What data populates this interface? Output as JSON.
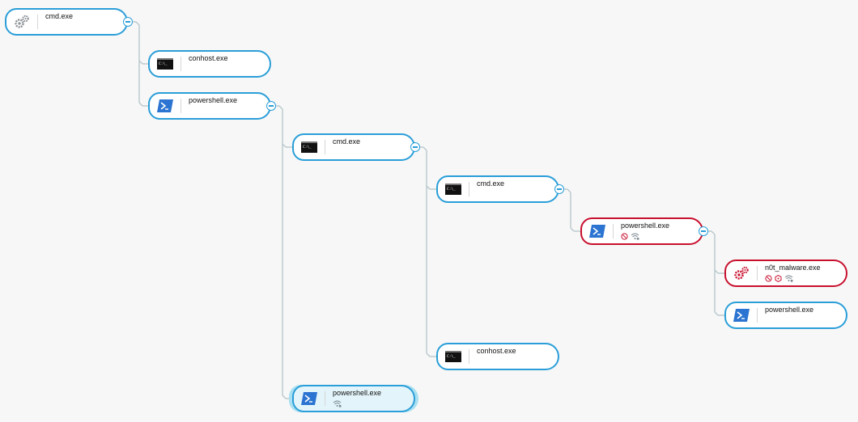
{
  "colors": {
    "link": "#b8c8cc",
    "node_border": "#2a9ed8",
    "alert_border": "#c8102e",
    "selected_fill": "#e3f5fb"
  },
  "nodes": [
    {
      "id": "n0",
      "label": "cmd.exe",
      "icon": "gears-icon",
      "status": "normal",
      "badges": [],
      "collapse": true
    },
    {
      "id": "n1",
      "label": "conhost.exe",
      "icon": "terminal-icon",
      "status": "normal",
      "badges": [],
      "collapse": false
    },
    {
      "id": "n2",
      "label": "powershell.exe",
      "icon": "powershell-icon",
      "status": "normal",
      "badges": [],
      "collapse": true
    },
    {
      "id": "n3",
      "label": "cmd.exe",
      "icon": "terminal-icon",
      "status": "normal",
      "badges": [],
      "collapse": true
    },
    {
      "id": "n4",
      "label": "cmd.exe",
      "icon": "terminal-icon",
      "status": "normal",
      "badges": [],
      "collapse": true
    },
    {
      "id": "n5",
      "label": "powershell.exe",
      "icon": "powershell-icon",
      "status": "alert",
      "badges": [
        "alert-circle-icon",
        "network-icon"
      ],
      "collapse": true
    },
    {
      "id": "n6",
      "label": "n0t_malware.exe",
      "icon": "gears-red-icon",
      "status": "alert",
      "badges": [
        "alert-circle-icon",
        "hexagon-icon",
        "network-icon"
      ],
      "collapse": false
    },
    {
      "id": "n7",
      "label": "powershell.exe",
      "icon": "powershell-icon",
      "status": "normal",
      "badges": [],
      "collapse": false
    },
    {
      "id": "n8",
      "label": "conhost.exe",
      "icon": "terminal-icon",
      "status": "normal",
      "badges": [],
      "collapse": false
    },
    {
      "id": "n9",
      "label": "powershell.exe",
      "icon": "powershell-icon",
      "status": "selected",
      "badges": [
        "network-icon"
      ],
      "collapse": false
    }
  ]
}
